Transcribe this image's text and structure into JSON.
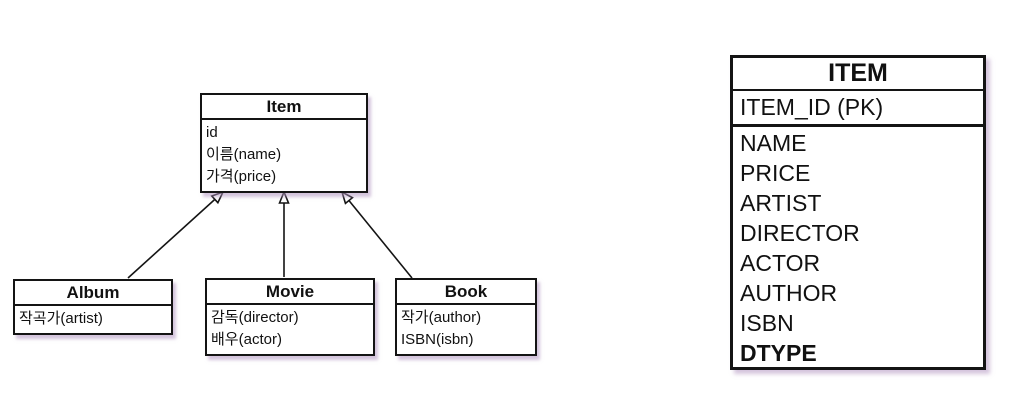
{
  "uml": {
    "item": {
      "title": "Item",
      "attributes": [
        "id",
        "이름(name)",
        "가격(price)"
      ]
    },
    "album": {
      "title": "Album",
      "attributes": [
        "작곡가(artist)"
      ]
    },
    "movie": {
      "title": "Movie",
      "attributes": [
        "감독(director)",
        "배우(actor)"
      ]
    },
    "book": {
      "title": "Book",
      "attributes": [
        "작가(author)",
        "ISBN(isbn)"
      ]
    }
  },
  "relationships": {
    "type": "generalization",
    "parent": "Item",
    "children": [
      "Album",
      "Movie",
      "Book"
    ]
  },
  "table": {
    "title": "ITEM",
    "pk": "ITEM_ID (PK)",
    "columns": [
      "NAME",
      "PRICE",
      "ARTIST",
      "DIRECTOR",
      "ACTOR",
      "AUTHOR",
      "ISBN",
      "DTYPE"
    ]
  },
  "colors": {
    "line": "#141414",
    "background": "#ffffff",
    "shadow": "#b194c0"
  }
}
